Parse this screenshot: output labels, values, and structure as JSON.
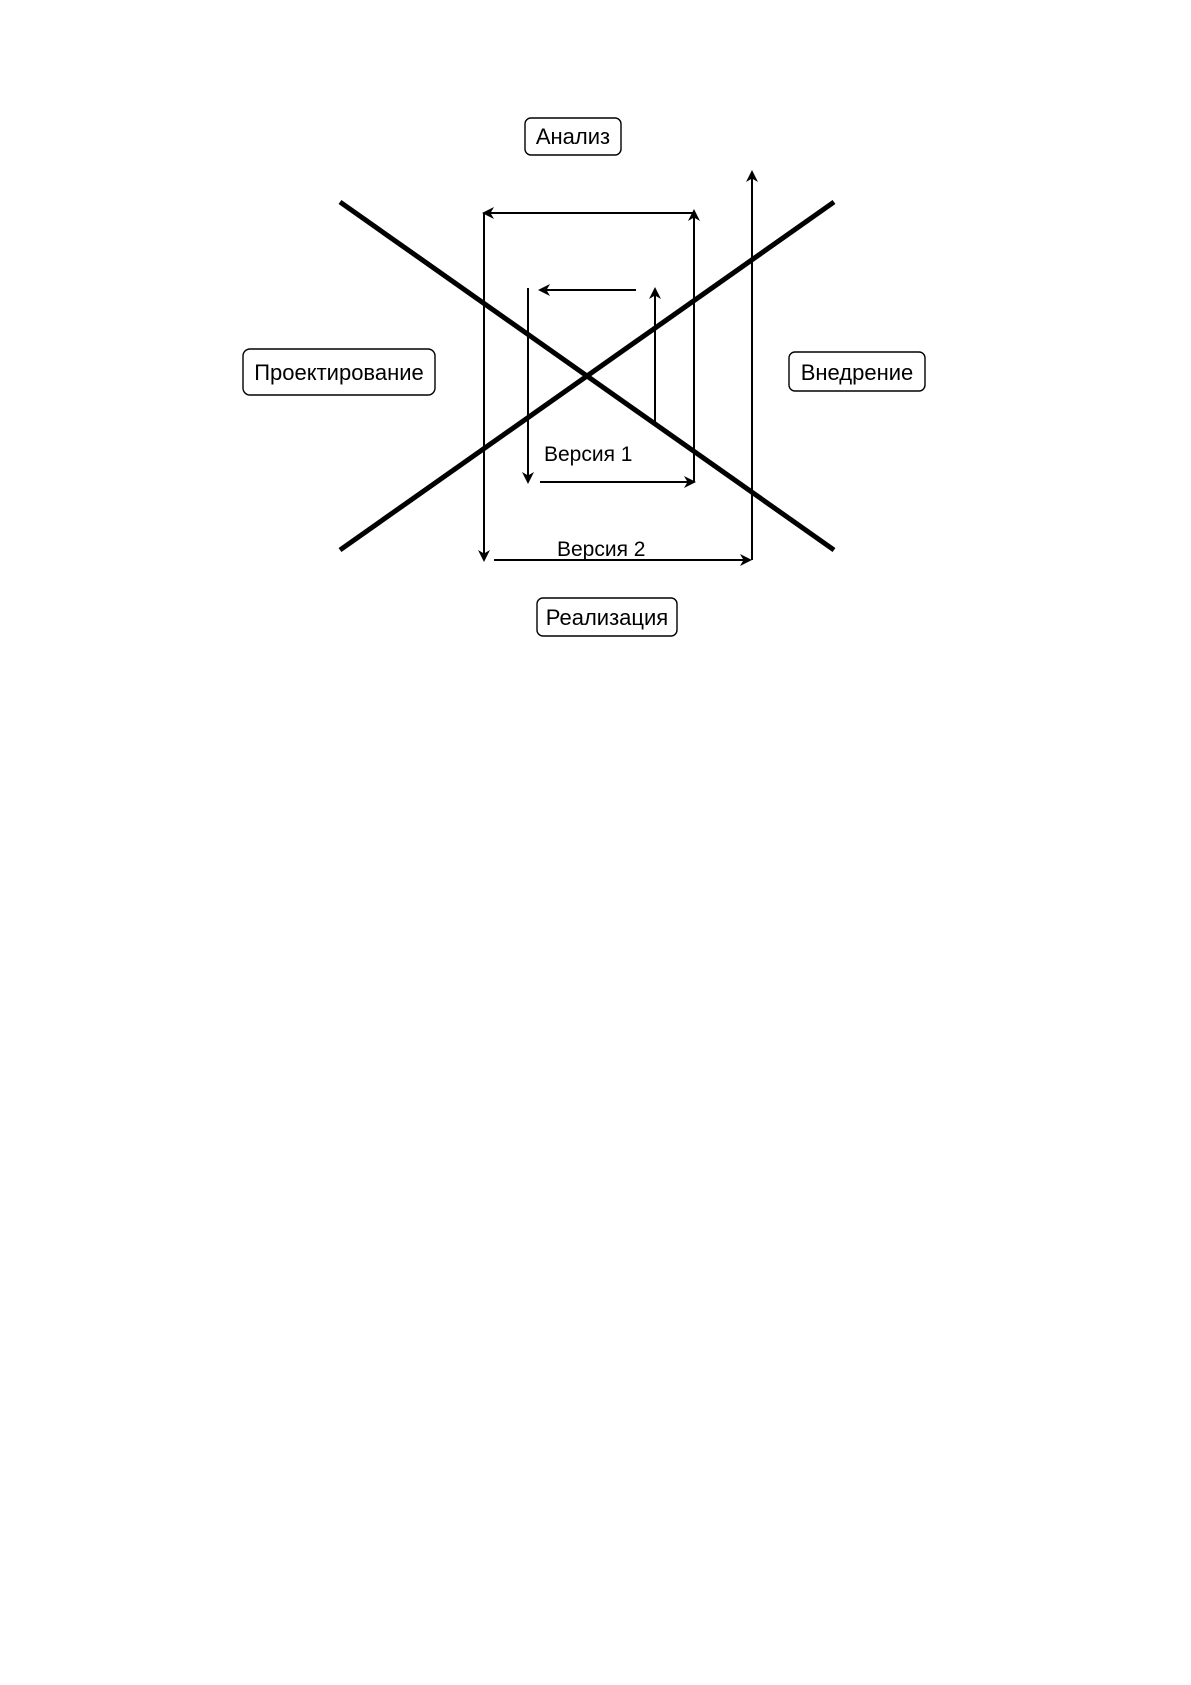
{
  "phases": {
    "analysis": "Анализ",
    "design": "Проектирование",
    "deployment": "Внедрение",
    "implementation": "Реализация"
  },
  "versions": {
    "v1": "Версия 1",
    "v2": "Версия 2"
  },
  "colors": {
    "stroke": "#000000",
    "background": "#ffffff"
  }
}
